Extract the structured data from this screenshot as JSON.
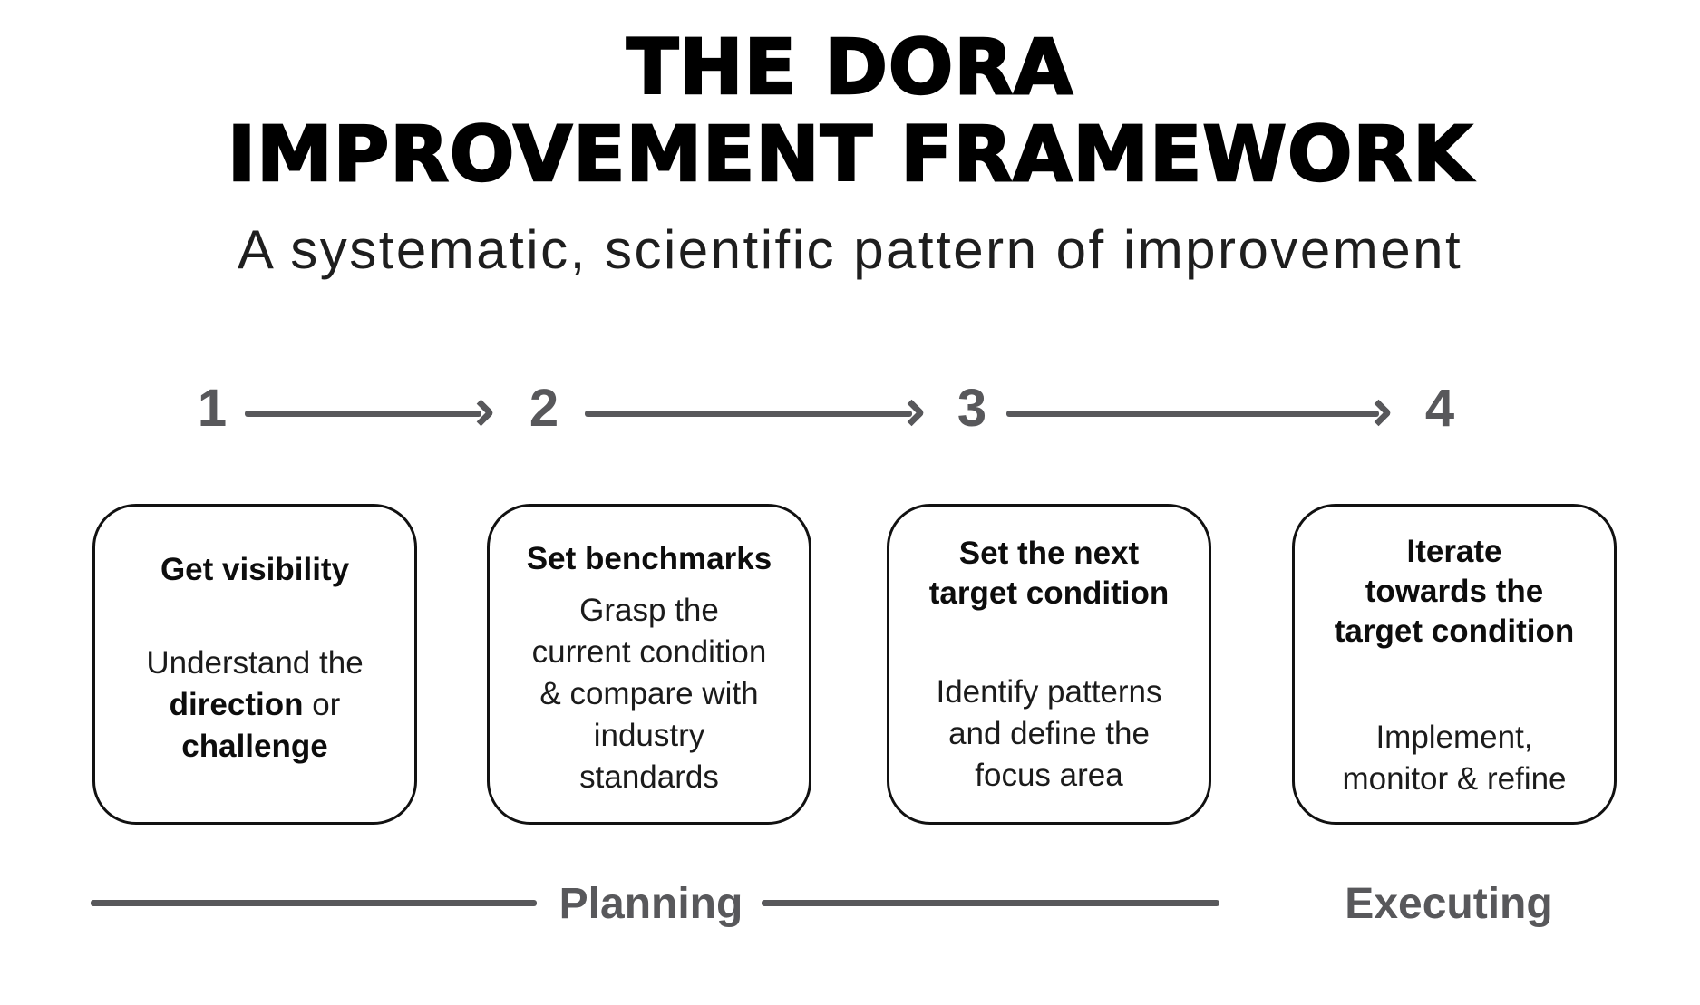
{
  "header": {
    "title_line1": "THE DORA",
    "title_line2": "IMPROVEMENT FRAMEWORK",
    "subtitle": "A systematic, scientific pattern of improvement"
  },
  "steps": {
    "numbers": [
      "1",
      "2",
      "3",
      "4"
    ]
  },
  "cards": [
    {
      "step": "1",
      "title_lines": [
        "Get visibility"
      ],
      "body": {
        "lines": [
          {
            "segments": [
              {
                "text": "Understand the",
                "bold": false
              }
            ]
          },
          {
            "segments": [
              {
                "text": "direction",
                "bold": true
              },
              {
                "text": " or",
                "bold": false
              }
            ]
          },
          {
            "segments": [
              {
                "text": "challenge",
                "bold": true
              }
            ]
          }
        ]
      }
    },
    {
      "step": "2",
      "title_lines": [
        "Set benchmarks"
      ],
      "body": {
        "lines": [
          {
            "segments": [
              {
                "text": "Grasp the",
                "bold": false
              }
            ]
          },
          {
            "segments": [
              {
                "text": "current condition",
                "bold": false
              }
            ]
          },
          {
            "segments": [
              {
                "text": "& compare with",
                "bold": false
              }
            ]
          },
          {
            "segments": [
              {
                "text": "industry",
                "bold": false
              }
            ]
          },
          {
            "segments": [
              {
                "text": "standards",
                "bold": false
              }
            ]
          }
        ]
      }
    },
    {
      "step": "3",
      "title_lines": [
        "Set the next",
        "target condition"
      ],
      "body": {
        "lines": [
          {
            "segments": [
              {
                "text": "Identify patterns",
                "bold": false
              }
            ]
          },
          {
            "segments": [
              {
                "text": "and define the",
                "bold": false
              }
            ]
          },
          {
            "segments": [
              {
                "text": "focus area",
                "bold": false
              }
            ]
          }
        ]
      }
    },
    {
      "step": "4",
      "title_lines": [
        "Iterate",
        "towards the",
        "target condition"
      ],
      "body": {
        "lines": [
          {
            "segments": [
              {
                "text": "Implement,",
                "bold": false
              }
            ]
          },
          {
            "segments": [
              {
                "text": "monitor & refine",
                "bold": false
              }
            ]
          }
        ]
      }
    }
  ],
  "phases": {
    "planning_label": "Planning",
    "executing_label": "Executing"
  },
  "colors": {
    "gray_accent": "#58585b",
    "text_black": "#111111",
    "background": "#ffffff"
  }
}
